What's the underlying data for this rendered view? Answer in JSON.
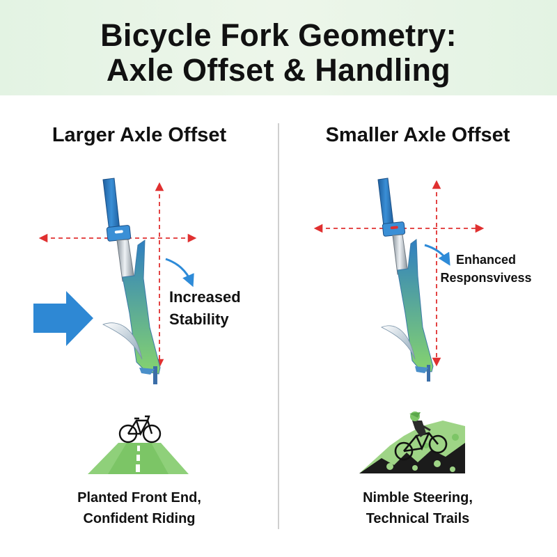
{
  "title": {
    "line1": "Bicycle Fork Geometry:",
    "line2": "Axle Offset & Handling"
  },
  "left": {
    "heading": "Larger Axle Offset",
    "annotation_line1": "Increased",
    "annotation_line2": "Stability",
    "caption_line1": "Planted Front End,",
    "caption_line2": "Confident Riding"
  },
  "right": {
    "heading": "Smaller Axle Offset",
    "annotation_line1": "Enhanced",
    "annotation_line2": "Responsvivess",
    "caption_line1": "Nimble Steering,",
    "caption_line2": "Technical Trails"
  },
  "colors": {
    "header_bg": "#e6f4e6",
    "fork_blue": "#2f7fc1",
    "fork_green": "#7ccf6a",
    "guide_red": "#e03030",
    "arrow_blue": "#2e8bd8",
    "road_green": "#8fd07a",
    "trail_green": "#9ed486"
  },
  "icons": [
    "bicycle-icon",
    "mountain-biker-icon",
    "road-icon",
    "trail-icon"
  ]
}
